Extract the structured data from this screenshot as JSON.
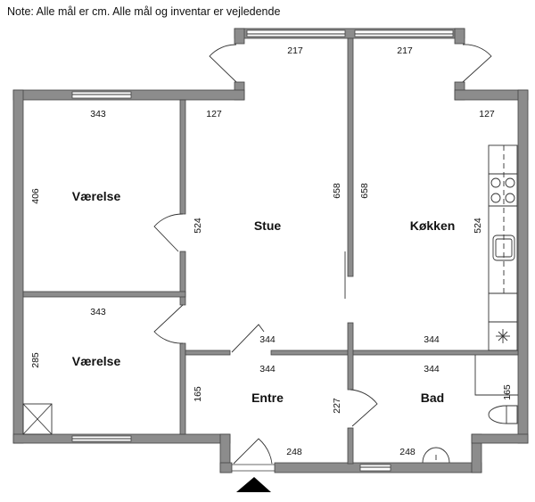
{
  "note": "Note: Alle mål er cm. Alle mål og inventar er vejledende",
  "rooms": {
    "vaerelse1": "Værelse",
    "vaerelse2": "Værelse",
    "stue": "Stue",
    "kokken": "Køkken",
    "entre": "Entre",
    "bad": "Bad"
  },
  "dimensions": {
    "stue_top": "217",
    "kokken_top": "217",
    "vaerelse1_width": "343",
    "stue_left_top": "127",
    "kokken_right_top": "127",
    "vaerelse1_height": "406",
    "stue_height_left": "524",
    "stue_height_right": "658",
    "kokken_height_left": "658",
    "kokken_height_right": "524",
    "vaerelse2_width": "343",
    "vaerelse2_height": "285",
    "stue_bottom": "344",
    "kokken_bottom": "344",
    "entre_top": "344",
    "bad_top": "344",
    "entre_height": "165",
    "entre_right": "227",
    "bad_height": "165",
    "entre_bottom": "248",
    "bad_bottom": "248"
  }
}
